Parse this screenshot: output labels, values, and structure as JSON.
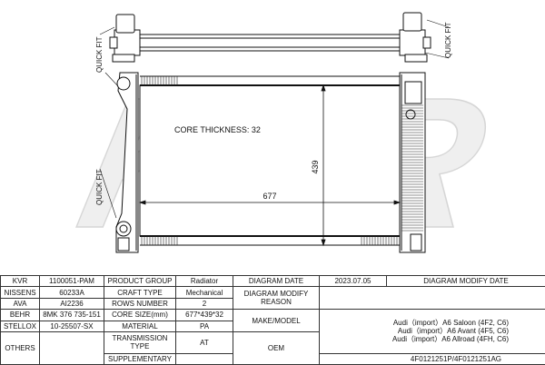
{
  "drawing": {
    "watermark_text": "KVR",
    "core_thickness_label": "CORE THICKNESS: 32",
    "dim_width": "677",
    "dim_height": "439",
    "quick_fit_label": "QUICK FIT"
  },
  "spec": {
    "row1": {
      "kvr_label": "KVR",
      "kvr_value": "1100051-PAM",
      "product_group_label": "PRODUCT GROUP",
      "product_group_value": "Radiator",
      "diagram_date_label": "DIAGRAM DATE",
      "diagram_date_value": "2023.07.05",
      "diagram_modify_date_label": "DIAGRAM MODIFY DATE",
      "diagram_modify_date_value": ""
    },
    "row2": {
      "nissens_label": "NISSENS",
      "nissens_value": "60233A",
      "craft_type_label": "CRAFT TYPE",
      "craft_type_value": "Mechanical",
      "modify_reason_label": "DIAGRAM MODIFY REASON",
      "modify_reason_value": ""
    },
    "row3": {
      "ava_label": "AVA",
      "ava_value": "AI2236",
      "rows_number_label": "ROWS NUMBER",
      "rows_number_value": "2"
    },
    "row4": {
      "behr_label": "BEHR",
      "behr_value": "8MK 376 735-151",
      "core_size_label": "CORE SIZE(mm)",
      "core_size_value": "677*439*32"
    },
    "row5": {
      "stellox_label": "STELLOX",
      "stellox_value": "10-25507-SX",
      "material_label": "MATERIAL",
      "material_value": "PA"
    },
    "row6": {
      "others_label": "OTHERS",
      "others_value": "",
      "transmission_label": "TRANSMISSION TYPE",
      "transmission_value": "AT"
    },
    "row7": {
      "supplementary_label": "SUPPLEMENTARY",
      "supplementary_value": ""
    },
    "make_model_label": "MAKE/MODEL",
    "make_model_lines": [
      "Audi（import）A6 Saloon (4F2, C6)",
      "Audi（import）A6 Avant (4F5, C6)",
      "Audi（import）A6 Allroad (4FH, C6)"
    ],
    "oem_label": "OEM",
    "oem_value": "4F0121251P/4F0121251AG"
  }
}
